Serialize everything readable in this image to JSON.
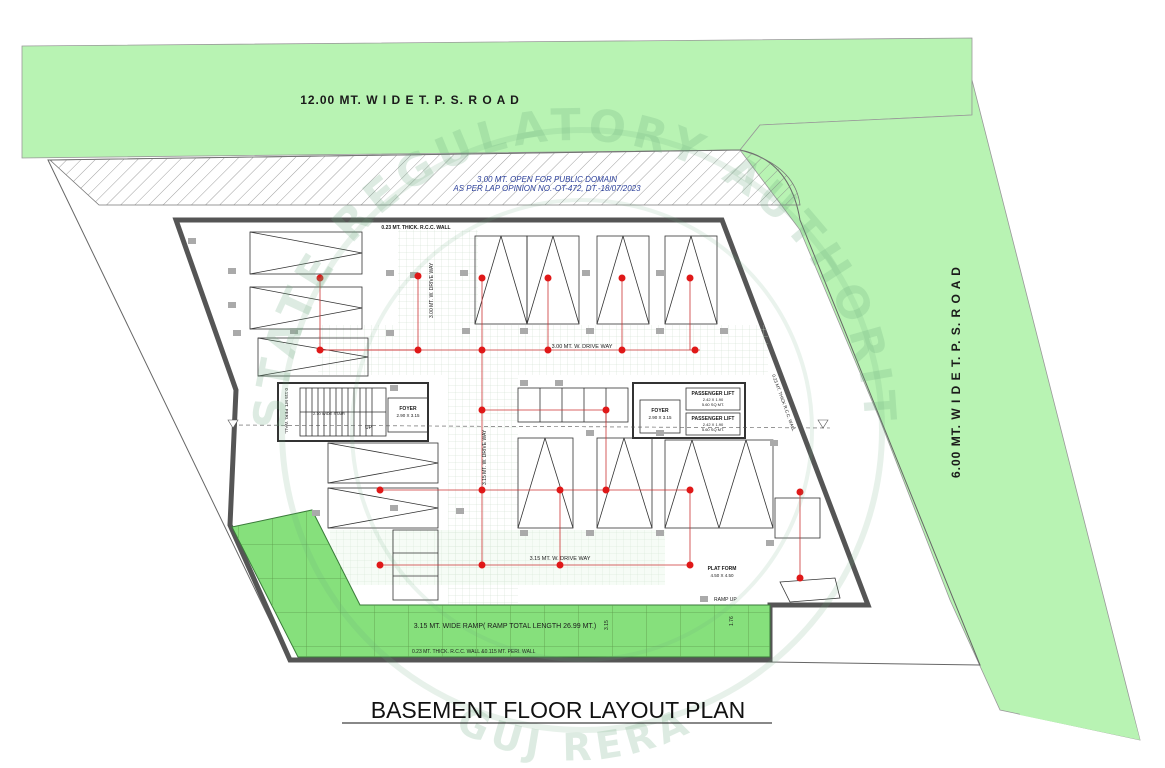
{
  "roads": {
    "north": "12.00 MT.  W I D E  T. P. S.  R O A D",
    "east": "6.00 MT.  W I D E  T. P. S.  R O A D"
  },
  "setback": {
    "line1": "3.00 MT. OPEN FOR PUBLIC DOMAIN",
    "line2": "AS PER LAP OPINION NO.-OT-472, DT.-18/07/2023"
  },
  "labels": {
    "rcc_wall_top": "0.23 MT. THICK. R.C.C. WALL",
    "rcc_wall_bottom": "0.23 MT. THICK. R.C.C. WALL &0.115 MT. PERI. WALL",
    "drive_way_north": "3.00 MT. W. DRIVE WAY",
    "drive_way_center_vertical": "3.15 MT. W. DRIVE WAY",
    "drive_way_top_vertical": "3.00 MT. W. DRIVE WAY",
    "drive_way_south": "3.15 MT. W. DRIVE WAY",
    "foyer_left": "FOYER",
    "foyer_left_dim": "2.90 X 3.15",
    "foyer_right": "FOYER",
    "foyer_right_dim": "2.90 X 3.15",
    "passenger_lift_1": "PASSENGER LIFT",
    "passenger_lift_1_dim": "2.42 X 1.90",
    "passenger_lift_1_area": "5.60 SQ MT.",
    "passenger_lift_2": "PASSENGER LIFT",
    "passenger_lift_2_dim": "2.42 X 1.90",
    "passenger_lift_2_area": "5.60 SQ MT.",
    "plat_form": "PLAT FORM",
    "plat_form_dim": "4.50 X 4.50",
    "ramp": "3.15 MT. WIDE RAMP( RAMP TOTAL LENGTH 26.99 MT.)",
    "ramp_up": "RAMP UP",
    "ramp_side": "3.15",
    "ramp_dim": "1.76",
    "stair_up": "UP",
    "stair_label": "2.10 WIDE STAIR",
    "peri_wall": "0.115 MT. PERI. WALL",
    "rcc_wall_side": "0.23 MT. THICK R.C.C. WALL"
  },
  "watermark": {
    "arc_top": "ESTATE REGULATORY AUTHORITY",
    "arc_bottom": "GUJ RERA"
  },
  "caption": "BASEMENT FLOOR LAYOUT PLAN"
}
